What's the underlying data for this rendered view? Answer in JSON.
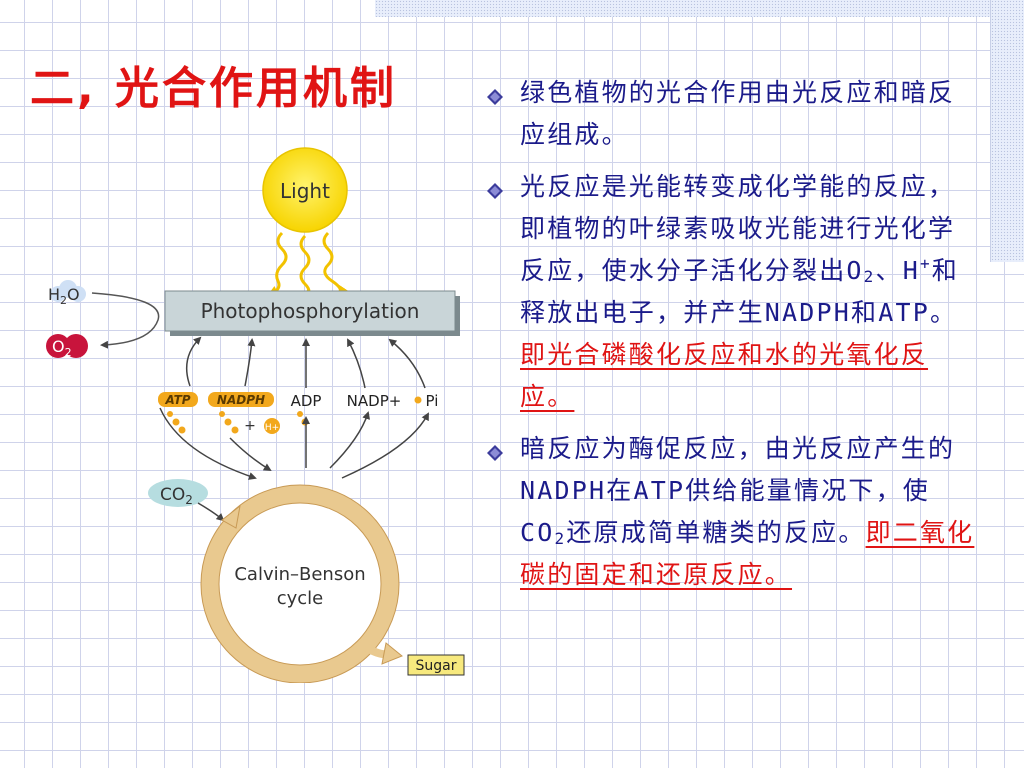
{
  "slide": {
    "title": "二, 光合作用机制",
    "colors": {
      "title": "#e01414",
      "body_text": "#1b1b8a",
      "highlight": "#e01414",
      "grid": "#cfd3ea"
    }
  },
  "diagram": {
    "light_label": "Light",
    "h2o_label": "H",
    "h2o_sub": "2",
    "h2o_tail": "O",
    "o2_label": "O",
    "o2_sub": "2",
    "photophosphorylation_label": "Photophosphorylation",
    "atp_label": "ATP",
    "nadph_label": "NADPH",
    "adp_label": "ADP",
    "nadp_label": "NADP+",
    "pi_label": "Pi",
    "plus_label": "+",
    "h_plus_label": "H+",
    "co2_label": "CO",
    "co2_sub": "2",
    "cycle_label_line1": "Calvin–Benson",
    "cycle_label_line2": "cycle",
    "sugar_label": "Sugar"
  },
  "bullets": [
    {
      "icon": "diamond-bullet-icon",
      "text": "绿色植物的光合作用由光反应和暗反应组成。"
    },
    {
      "icon": "diamond-bullet-icon",
      "part1": "光反应是光能转变成化学能的反应，即植物的叶绿素吸收光能进行光化学反应，使水分子活化分裂出O",
      "sub1": "2",
      "part2": "、H",
      "sup1": "+",
      "part3": "和释放出电子，并产生NADPH和ATP。",
      "highlight": "即光合磷酸化反应和水的光氧化反应。"
    },
    {
      "icon": "diamond-bullet-icon",
      "part1": "暗反应为酶促反应，由光反应产生的NADPH在ATP供给能量情况下，使CO",
      "sub1": "2",
      "part2": "还原成简单糖类的反应。",
      "highlight": "即二氧化碳的固定和还原反应。"
    }
  ]
}
